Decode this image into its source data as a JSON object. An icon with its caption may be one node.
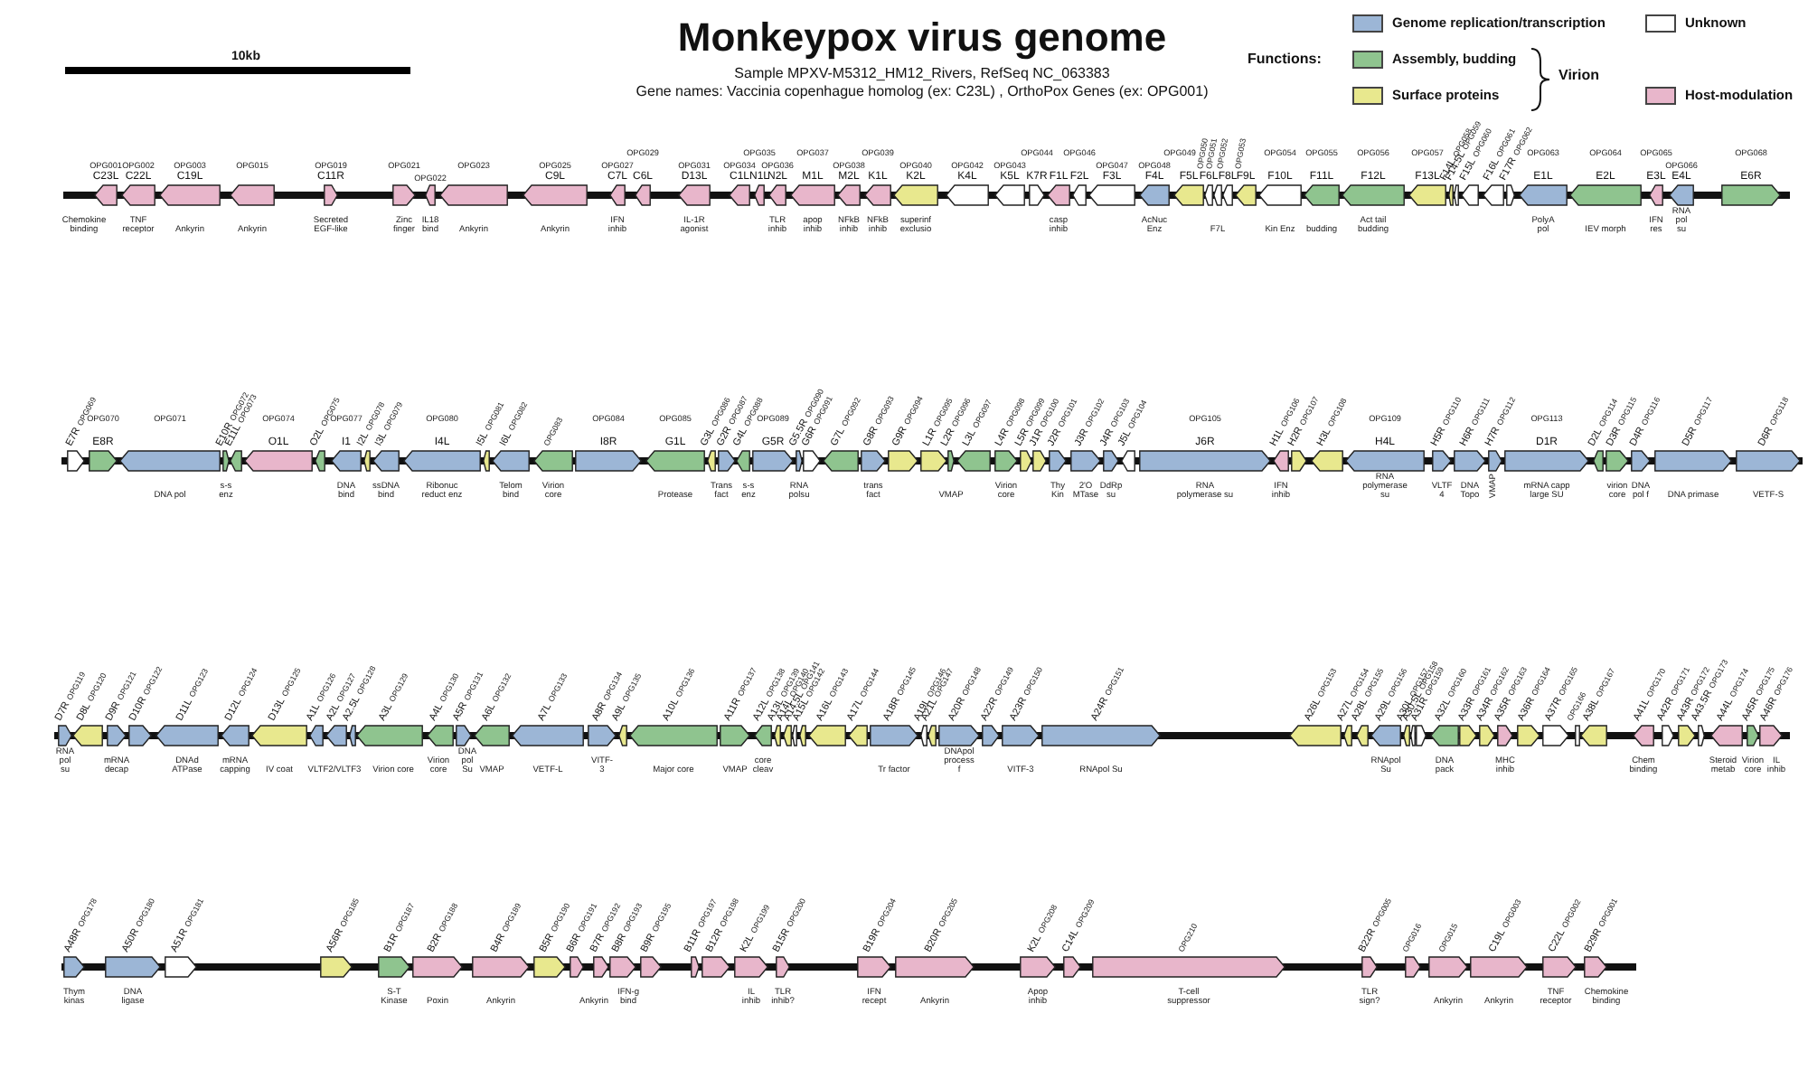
{
  "diagram": {
    "title": "Monkeypox virus genome",
    "nodes": [
      {
        "text": [
          "OPG001",
          "C23L"
        ],
        "beside": [
          "Chemokine binding"
        ]
      },
      {
        "text": [
          "OPG002",
          "C22L"
        ],
        "beside": [
          "TNF receptor"
        ]
      },
      {
        "text": [
          "OPG003",
          "C19L"
        ],
        "beside": [
          "Ankyrin"
        ]
      },
      {
        "text": [
          "OPG015"
        ],
        "beside": [
          "Ankyrin"
        ]
      },
      {
        "text": [
          "OPG019",
          "C11R"
        ],
        "beside": [
          "Secreted EGF-like"
        ]
      },
      {
        "text": [
          "OPG021"
        ],
        "beside": [
          "Zinc finger"
        ]
      },
      {
        "text": [
          "OPG022"
        ],
        "beside": [
          "IL18 bind"
        ]
      },
      {
        "text": [
          "OPG023"
        ],
        "beside": [
          "Ankyrin"
        ]
      },
      {
        "text": [
          "OPG025",
          "C9L"
        ],
        "beside": [
          "Ankyrin"
        ]
      },
      {
        "text": [
          "OPG027",
          "C7L"
        ],
        "beside": [
          "IFN inhib"
        ]
      },
      {
        "text": [
          "OPG029",
          "C6L"
        ]
      },
      {
        "text": [
          "OPG031",
          "D13L"
        ],
        "beside": [
          "IL-1R agonist"
        ]
      },
      {
        "text": [
          "OPG034",
          "C1L"
        ]
      },
      {
        "text": [
          "OPG035",
          "N1L"
        ]
      },
      {
        "text": [
          "OPG036",
          "N2L"
        ],
        "beside": [
          "TLR inhib"
        ]
      },
      {
        "text": [
          "OPG037",
          "M1L"
        ],
        "beside": [
          "apop inhib"
        ]
      },
      {
        "text": [
          "OPG038",
          "M2L"
        ],
        "beside": [
          "NFkB inhib"
        ]
      },
      {
        "text": [
          "OPG039",
          "K1L"
        ],
        "beside": [
          "NFkB inhib"
        ]
      },
      {
        "text": [
          "OPG040",
          "K2L"
        ],
        "beside": [
          "superinf exclusio"
        ]
      },
      {
        "text": [
          "OPG042",
          "K4L"
        ]
      },
      {
        "text": [
          "OPG043",
          "K5L"
        ]
      },
      {
        "text": [
          "OPG044",
          "K7R"
        ]
      },
      {
        "text": [
          "F1L"
        ],
        "beside": [
          "casp inhib"
        ]
      },
      {
        "text": [
          "OPG046",
          "F2L"
        ]
      },
      {
        "text": [
          "OPG047",
          "F3L"
        ]
      },
      {
        "text": [
          "OPG048",
          "F4L"
        ],
        "beside": [
          "AcNuc Enz"
        ]
      },
      {
        "text": [
          "OPG049",
          "F5L"
        ]
      },
      {
        "text": [
          "OPG050",
          "F6L"
        ]
      },
      {
        "text": [
          "OPG051"
        ],
        "beside": [
          "F7L"
        ]
      },
      {
        "text": [
          "OPG052",
          "F8L"
        ]
      },
      {
        "text": [
          "OPG053",
          "F9L"
        ]
      },
      {
        "text": [
          "OPG054",
          "F10L"
        ],
        "beside": [
          "Kin Enz"
        ]
      },
      {
        "text": [
          "OPG055",
          "F11L"
        ],
        "beside": [
          "budding"
        ]
      },
      {
        "text": [
          "OPG056",
          "F12L"
        ],
        "beside": [
          "Act tail budding"
        ]
      },
      {
        "text": [
          "OPG057",
          "F13L"
        ]
      },
      {
        "text": [
          "OPG058",
          "F14L"
        ]
      },
      {
        "text": [
          "OPG059",
          "F14.5L"
        ]
      },
      {
        "text": [
          "OPG060",
          "F15L"
        ]
      },
      {
        "text": [
          "OPG061",
          "F16L"
        ]
      },
      {
        "text": [
          "OPG062",
          "F17R"
        ]
      },
      {
        "text": [
          "OPG063",
          "E1L"
        ],
        "beside": [
          "PolyA pol"
        ]
      },
      {
        "text": [
          "OPG064",
          "E2L"
        ],
        "beside": [
          "IEV morph"
        ]
      },
      {
        "text": [
          "OPG065",
          "E3L"
        ],
        "beside": [
          "IFN res"
        ]
      },
      {
        "text": [
          "OPG066",
          "E4L"
        ],
        "beside": [
          "RNA pol su"
        ]
      },
      {
        "text": [
          "OPG068",
          "E6R"
        ]
      },
      {
        "text": [
          "OPG069",
          "E7R"
        ]
      },
      {
        "text": [
          "OPG070",
          "E8R"
        ]
      },
      {
        "text": [
          "OPG071"
        ],
        "beside": [
          "DNA pol"
        ]
      },
      {
        "text": [
          "OPG072",
          "E10R"
        ],
        "beside": [
          "s-s enz"
        ]
      },
      {
        "text": [
          "OPG073",
          "E11L"
        ]
      },
      {
        "text": [
          "OPG074",
          "O1L"
        ]
      },
      {
        "text": [
          "OPG075",
          "O2L"
        ]
      },
      {
        "text": [
          "OPG077",
          "I1"
        ],
        "beside": [
          "DNA bind"
        ]
      },
      {
        "text": [
          "OPG078",
          "I2L"
        ]
      },
      {
        "text": [
          "OPG079",
          "I3L"
        ],
        "beside": [
          "ssDNA bind"
        ]
      },
      {
        "text": [
          "OPG080",
          "I4L"
        ],
        "beside": [
          "Ribonuc reduct enz"
        ]
      },
      {
        "text": [
          "OPG081",
          "I5L"
        ]
      },
      {
        "text": [
          "OPG082",
          "I6L"
        ],
        "beside": [
          "Telom bind"
        ]
      },
      {
        "text": [
          "OPG083"
        ],
        "beside": [
          "Virion core"
        ]
      },
      {
        "text": [
          "OPG084",
          "I8R"
        ]
      },
      {
        "text": [
          "OPG085",
          "G1L"
        ],
        "beside": [
          "Protease"
        ]
      },
      {
        "text": [
          "OPG086",
          "G3L"
        ]
      },
      {
        "text": [
          "OPG087",
          "G2R"
        ],
        "beside": [
          "Trans fact"
        ]
      },
      {
        "text": [
          "OPG088",
          "G4L"
        ],
        "beside": [
          "s-s enz"
        ]
      },
      {
        "text": [
          "OPG089",
          "G5R"
        ]
      },
      {
        "text": [
          "OPG090",
          "G5.5R"
        ],
        "beside": [
          "RNA polsu"
        ]
      },
      {
        "text": [
          "OPG091",
          "G6R"
        ]
      },
      {
        "text": [
          "OPG092",
          "G7L"
        ]
      },
      {
        "text": [
          "OPG093",
          "G8R"
        ],
        "beside": [
          "trans fact"
        ]
      },
      {
        "text": [
          "OPG094",
          "G9R"
        ]
      },
      {
        "text": [
          "OPG095",
          "L1R"
        ]
      },
      {
        "text": [
          "OPG096",
          "L2R"
        ],
        "beside": [
          "VMAP"
        ]
      },
      {
        "text": [
          "OPG097",
          "L3L"
        ]
      },
      {
        "text": [
          "OPG098",
          "L4R"
        ],
        "beside": [
          "Virion core"
        ]
      },
      {
        "text": [
          "OPG099",
          "L5R"
        ]
      },
      {
        "text": [
          "OPG100",
          "J1R"
        ]
      },
      {
        "text": [
          "OPG101",
          "J2R"
        ],
        "beside": [
          "Thy Kin"
        ]
      },
      {
        "text": [
          "OPG102",
          "J3R"
        ],
        "beside": [
          "2'O MTase"
        ]
      },
      {
        "text": [
          "OPG103",
          "J4R"
        ],
        "beside": [
          "DdRp su"
        ]
      },
      {
        "text": [
          "OPG104",
          "J5L"
        ]
      },
      {
        "text": [
          "OPG105",
          "J6R"
        ],
        "beside": [
          "RNA polymerase su"
        ]
      },
      {
        "text": [
          "OPG106",
          "H1L"
        ],
        "beside": [
          "IFN inhib"
        ]
      },
      {
        "text": [
          "OPG107",
          "H2R"
        ]
      },
      {
        "text": [
          "OPG108",
          "H3L"
        ]
      },
      {
        "text": [
          "OPG109",
          "H4L"
        ],
        "beside": [
          "RNA polymerase su"
        ]
      },
      {
        "text": [
          "OPG110",
          "H5R"
        ],
        "beside": [
          "VLTF 4"
        ]
      },
      {
        "text": [
          "OPG111",
          "H6R"
        ],
        "beside": [
          "DNA Topo"
        ]
      },
      {
        "text": [
          "OPG112",
          "H7R"
        ],
        "beside": [
          "VMAP"
        ]
      },
      {
        "text": [
          "OPG113",
          "D1R"
        ],
        "beside": [
          "mRNA capp large SU"
        ]
      },
      {
        "text": [
          "OPG114",
          "D2L"
        ]
      },
      {
        "text": [
          "OPG115",
          "D3R"
        ],
        "beside": [
          "virion core"
        ]
      },
      {
        "text": [
          "OPG116",
          "D4R"
        ],
        "beside": [
          "DNA pol f"
        ]
      },
      {
        "text": [
          "OPG117",
          "D5R"
        ],
        "beside": [
          "DNA primase"
        ]
      },
      {
        "text": [
          "OPG118",
          "D6R"
        ],
        "beside": [
          "VETF-S"
        ]
      },
      {
        "text": [
          "OPG119",
          "D7R"
        ],
        "beside": [
          "RNA pol su"
        ]
      },
      {
        "text": [
          "OPG120",
          "D8L"
        ]
      },
      {
        "text": [
          "OPG121",
          "D9R"
        ],
        "beside": [
          "mRNA decap"
        ]
      },
      {
        "text": [
          "OPG122",
          "D10R"
        ]
      },
      {
        "text": [
          "OPG123",
          "D11L"
        ],
        "beside": [
          "DNAd ATPase"
        ]
      },
      {
        "text": [
          "OPG124",
          "D12L"
        ],
        "beside": [
          "mRNA capping"
        ]
      },
      {
        "text": [
          "OPG125",
          "D13L"
        ],
        "beside": [
          "IV coat"
        ]
      },
      {
        "text": [
          "OPG126",
          "A1L"
        ],
        "beside": [
          "VLTF2/VLTF3"
        ]
      },
      {
        "text": [
          "OPG127",
          "A2L"
        ]
      },
      {
        "text": [
          "OPG128",
          "A2.5L"
        ]
      },
      {
        "text": [
          "OPG129",
          "A3L"
        ],
        "beside": [
          "Virion core"
        ]
      },
      {
        "text": [
          "OPG130",
          "A4L"
        ],
        "beside": [
          "Virion core"
        ]
      },
      {
        "text": [
          "OPG131",
          "A5R"
        ],
        "beside": [
          "DNA pol Su"
        ]
      },
      {
        "text": [
          "OPG132",
          "A6L"
        ],
        "beside": [
          "VMAP"
        ]
      },
      {
        "text": [
          "OPG133",
          "A7L"
        ],
        "beside": [
          "VETF-L"
        ]
      },
      {
        "text": [
          "OPG134",
          "A8R"
        ],
        "beside": [
          "VITF-3"
        ]
      },
      {
        "text": [
          "OPG135",
          "A9L"
        ]
      },
      {
        "text": [
          "OPG136",
          "A10L"
        ],
        "beside": [
          "Major core"
        ]
      },
      {
        "text": [
          "OPG137",
          "A11R"
        ],
        "beside": [
          "VMAP"
        ]
      },
      {
        "text": [
          "OPG138",
          "A12L"
        ],
        "beside": [
          "core cleav"
        ]
      },
      {
        "text": [
          "OPG139",
          "A13L"
        ]
      },
      {
        "text": [
          "OPG140",
          "A14L"
        ]
      },
      {
        "text": [
          "OPG141",
          "A14.5L"
        ]
      },
      {
        "text": [
          "OPG142",
          "A15L"
        ]
      },
      {
        "text": [
          "OPG143",
          "A16L"
        ]
      },
      {
        "text": [
          "OPG144",
          "A17L"
        ]
      },
      {
        "text": [
          "OPG145",
          "A18R"
        ],
        "beside": [
          "Tr factor"
        ]
      },
      {
        "text": [
          "OPG146",
          "A19L"
        ]
      },
      {
        "text": [
          "OPG147",
          "A21L"
        ]
      },
      {
        "text": [
          "OPG148",
          "A20R"
        ],
        "beside": [
          "DNApol process f"
        ]
      },
      {
        "text": [
          "OPG149",
          "A22R"
        ]
      },
      {
        "text": [
          "OPG150",
          "A23R"
        ],
        "beside": [
          "VITF-3"
        ]
      },
      {
        "text": [
          "OPG151",
          "A24R"
        ],
        "beside": [
          "RNApol Su"
        ]
      },
      {
        "text": [
          "OPG153",
          "A26L"
        ]
      },
      {
        "text": [
          "OPG154",
          "A27L"
        ]
      },
      {
        "text": [
          "OPG155",
          "A28L"
        ]
      },
      {
        "text": [
          "OPG156",
          "A29L"
        ],
        "beside": [
          "RNApol Su"
        ]
      },
      {
        "text": [
          "OPG157",
          "A30L"
        ]
      },
      {
        "text": [
          "OPG158",
          "A30.5L"
        ]
      },
      {
        "text": [
          "OPG159",
          "A31R"
        ]
      },
      {
        "text": [
          "OPG160",
          "A32L"
        ],
        "beside": [
          "DNA pack"
        ]
      },
      {
        "text": [
          "OPG161",
          "A33R"
        ]
      },
      {
        "text": [
          "OPG162",
          "A34R"
        ]
      },
      {
        "text": [
          "OPG163",
          "A35R"
        ],
        "beside": [
          "MHC inhib"
        ]
      },
      {
        "text": [
          "OPG164",
          "A36R"
        ]
      },
      {
        "text": [
          "OPG165",
          "A37R"
        ]
      },
      {
        "text": [
          "OPG166"
        ]
      },
      {
        "text": [
          "OPG167",
          "A38L"
        ]
      },
      {
        "text": [
          "OPG170",
          "A41L"
        ],
        "beside": [
          "Chem binding"
        ]
      },
      {
        "text": [
          "OPG171",
          "A42R"
        ]
      },
      {
        "text": [
          "OPG172",
          "A43R"
        ]
      },
      {
        "text": [
          "OPG173",
          "A43.5R"
        ]
      },
      {
        "text": [
          "OPG174",
          "A44L"
        ],
        "beside": [
          "Steroid metab"
        ]
      },
      {
        "text": [
          "OPG175",
          "A45R"
        ],
        "beside": [
          "Virion core"
        ]
      },
      {
        "text": [
          "OPG176",
          "A46R"
        ],
        "beside": [
          "IL inhib"
        ]
      },
      {
        "text": [
          "OPG178",
          "A48R"
        ],
        "beside": [
          "Thym kinas"
        ]
      },
      {
        "text": [
          "OPG180",
          "A50R"
        ],
        "beside": [
          "DNA ligase"
        ]
      },
      {
        "text": [
          "OPG181",
          "A51R"
        ]
      },
      {
        "text": [
          "OPG185",
          "A56R"
        ]
      },
      {
        "text": [
          "OPG187",
          "B1R"
        ],
        "beside": [
          "S-T Kinase"
        ]
      },
      {
        "text": [
          "OPG188",
          "B2R"
        ],
        "beside": [
          "Poxin"
        ]
      },
      {
        "text": [
          "OPG189",
          "B4R"
        ],
        "beside": [
          "Ankyrin"
        ]
      },
      {
        "text": [
          "OPG190",
          "B5R"
        ]
      },
      {
        "text": [
          "OPG191",
          "B6R"
        ]
      },
      {
        "text": [
          "OPG192",
          "B7R"
        ],
        "beside": [
          "Ankyrin"
        ]
      },
      {
        "text": [
          "OPG193",
          "B8R"
        ],
        "beside": [
          "IFN-g bind"
        ]
      },
      {
        "text": [
          "OPG195",
          "B9R"
        ]
      },
      {
        "text": [
          "OPG197",
          "B11R"
        ]
      },
      {
        "text": [
          "OPG198",
          "B12R"
        ]
      },
      {
        "text": [
          "OPG199",
          "K2L"
        ],
        "beside": [
          "IL inhib"
        ]
      },
      {
        "text": [
          "OPG200",
          "B15R"
        ],
        "beside": [
          "TLR inhib?"
        ]
      },
      {
        "text": [
          "OPG204",
          "B19R"
        ],
        "beside": [
          "IFN recept"
        ]
      },
      {
        "text": [
          "OPG205",
          "B20R"
        ],
        "beside": [
          "Ankyrin"
        ]
      },
      {
        "text": [
          "OPG208",
          "K2L"
        ],
        "beside": [
          "Apop inhib"
        ]
      },
      {
        "text": [
          "OPG209",
          "C14L"
        ]
      },
      {
        "text": [
          "OPG210"
        ],
        "beside": [
          "T-cell suppressor"
        ]
      },
      {
        "text": [
          "OPG005",
          "B22R"
        ],
        "beside": [
          "TLR sign?"
        ]
      },
      {
        "text": [
          "OPG016"
        ]
      },
      {
        "text": [
          "OPG015"
        ],
        "beside": [
          "Ankyrin"
        ]
      },
      {
        "text": [
          "OPG003",
          "C19L"
        ],
        "beside": [
          "Ankyrin"
        ]
      },
      {
        "text": [
          "OPG002",
          "C22L"
        ],
        "beside": [
          "TNF receptor"
        ]
      },
      {
        "text": [
          "OPG001",
          "B29R"
        ],
        "beside": [
          "Chemokine binding"
        ]
      }
    ],
    "labels": [
      "10kb",
      "Sample MPXV-M5312_HM12_Rivers, RefSeq NC_063383",
      "Gene names: Vaccinia copenhague homolog (ex: C23L) , OrthoPox Genes (ex: OPG001)",
      "Functions:",
      "Virion"
    ],
    "legend": [
      {
        "text": "Genome replication/transcription",
        "color": "#9cb6d6"
      },
      {
        "text": "Unknown",
        "color": "#ffffff"
      },
      {
        "text": "Assembly, budding",
        "color": "#8fc48f"
      },
      {
        "text": "Surface proteins",
        "color": "#e8e88e"
      },
      {
        "text": "Host-modulation",
        "color": "#e8b6cb"
      }
    ]
  }
}
